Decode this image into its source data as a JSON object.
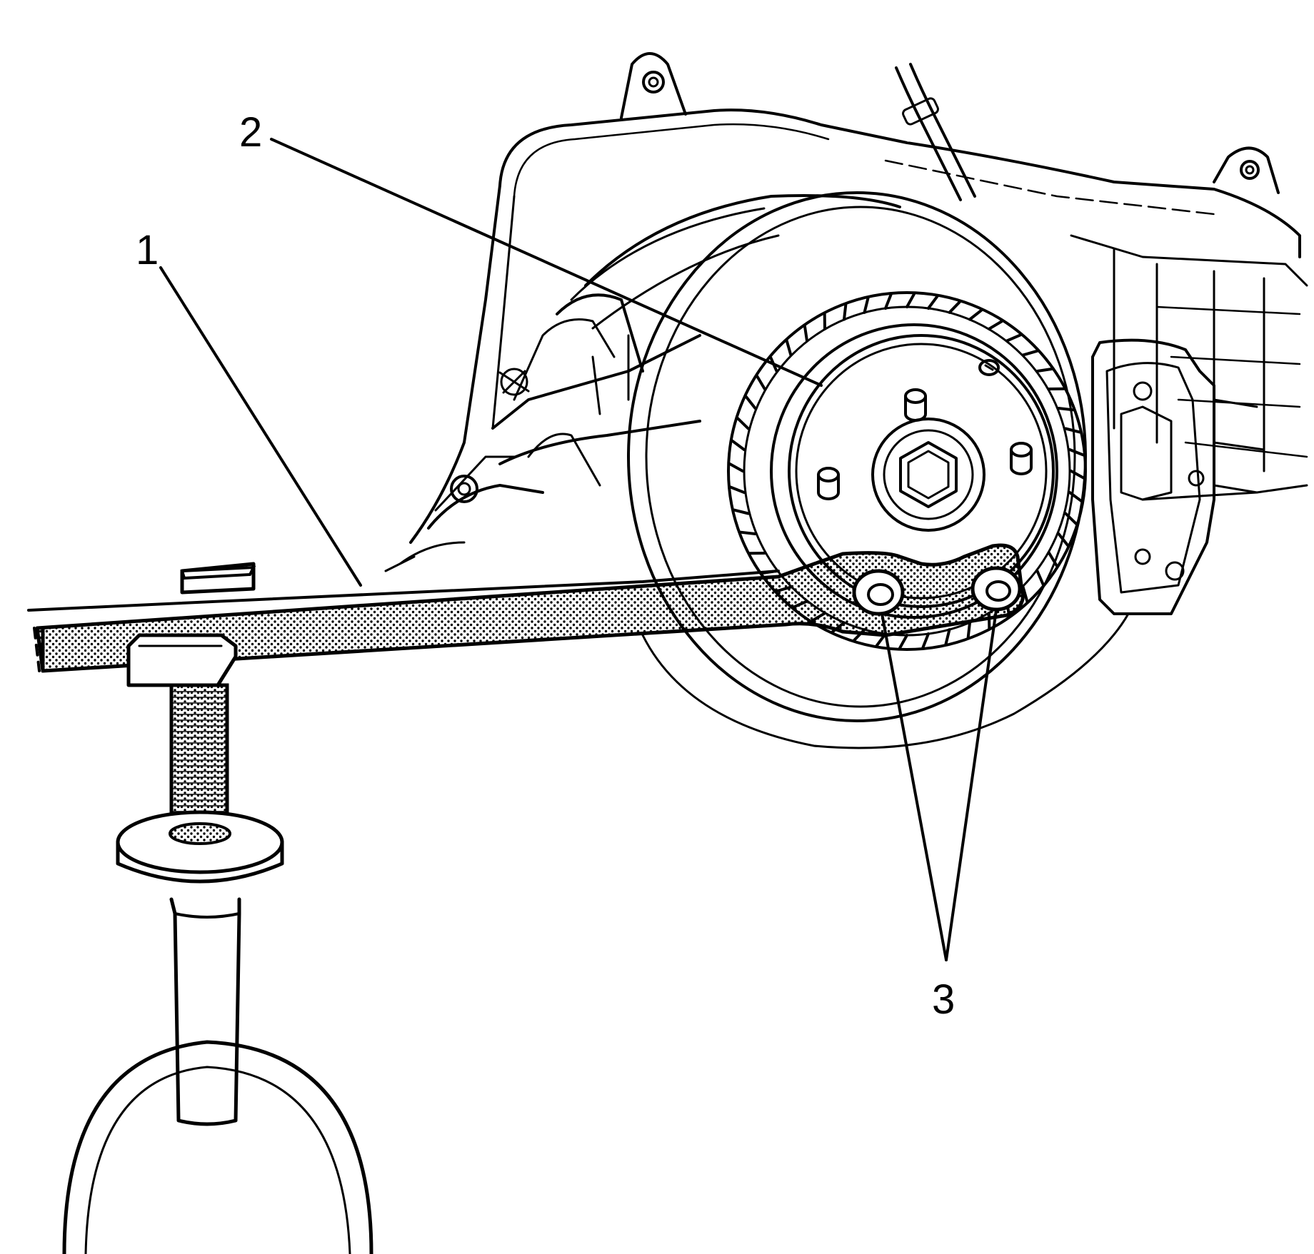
{
  "callouts": [
    {
      "id": "1",
      "label": "1"
    },
    {
      "id": "2",
      "label": "2"
    },
    {
      "id": "3",
      "label": "3"
    }
  ],
  "colors": {
    "line": "#000000",
    "background": "#ffffff",
    "stipple": "#000000"
  }
}
